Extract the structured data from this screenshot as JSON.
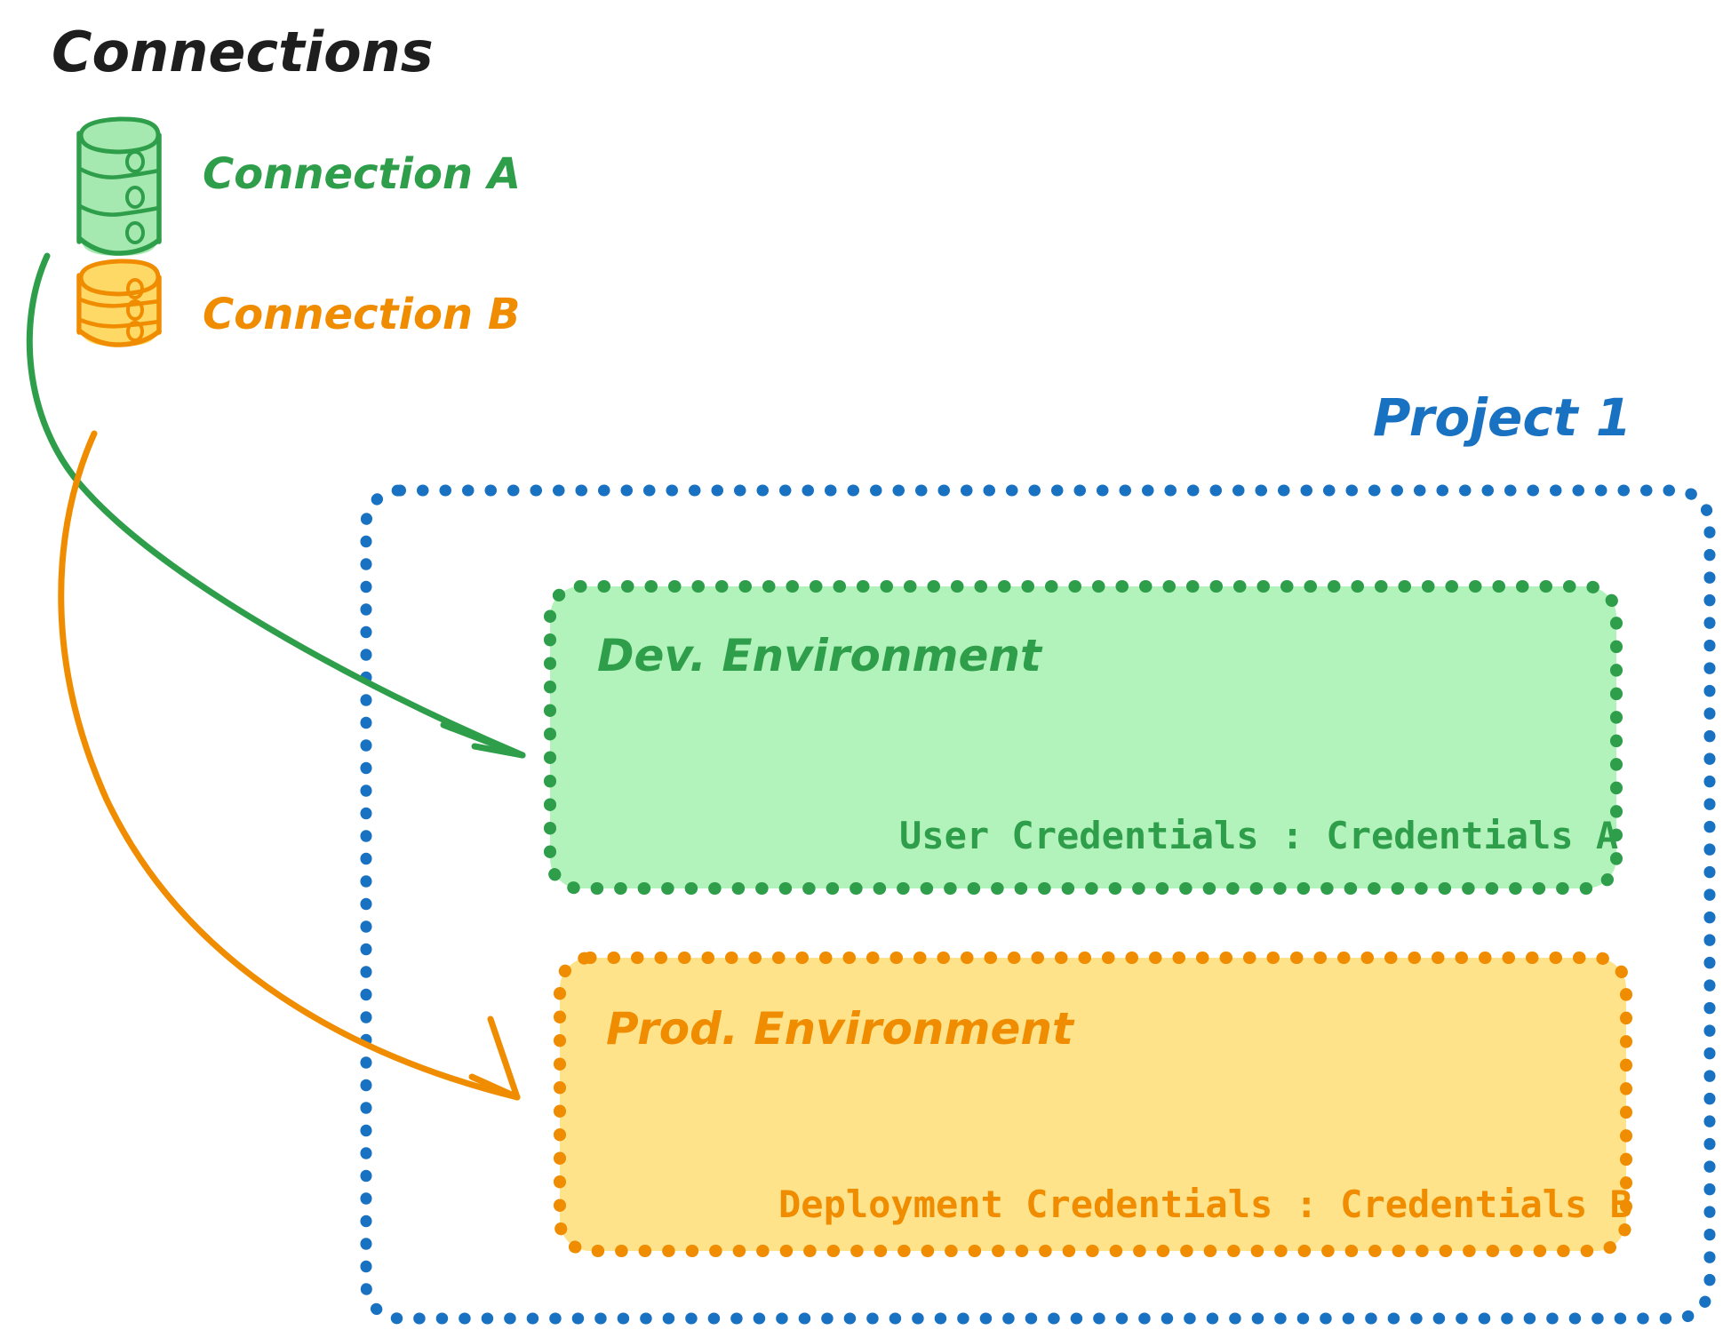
{
  "title": "Connections",
  "colors": {
    "title_text": "#1e1e1e",
    "green_stroke": "#2e9e4a",
    "green_fill": "#b2f2bb",
    "green_fill_strong": "#a5e8b0",
    "orange_stroke": "#f08c00",
    "orange_fill": "#ffe38a",
    "orange_fill_strong": "#ffd966",
    "blue_stroke": "#1971c2",
    "background": "#ffffff"
  },
  "connections": [
    {
      "id": "connection-a",
      "label": "Connection A",
      "icon": "database-cylinder-icon",
      "color": "#2e9e4a",
      "fill": "#a5e8b0"
    },
    {
      "id": "connection-b",
      "label": "Connection B",
      "icon": "database-cylinder-icon",
      "color": "#f08c00",
      "fill": "#ffd966"
    }
  ],
  "project": {
    "label": "Project 1",
    "color": "#1971c2",
    "environments": [
      {
        "id": "dev-environment",
        "title": "Dev. Environment",
        "credentials_key": "User Credentials",
        "credentials_separator": ":",
        "credentials_value": "Credentials A",
        "credentials_line": "User Credentials : Credentials A",
        "color": "#2e9e4a",
        "fill": "#b2f2bb"
      },
      {
        "id": "prod-environment",
        "title": "Prod. Environment",
        "credentials_key": "Deployment Credentials",
        "credentials_separator": ":",
        "credentials_value": "Credentials B",
        "credentials_line": "Deployment Credentials : Credentials B",
        "color": "#f08c00",
        "fill": "#ffe38a"
      }
    ]
  },
  "arrows": [
    {
      "id": "arrow-connection-a-to-dev",
      "from": "connection-a",
      "to": "dev-environment",
      "color": "#2e9e4a"
    },
    {
      "id": "arrow-connection-b-to-prod",
      "from": "connection-b",
      "to": "prod-environment",
      "color": "#f08c00"
    }
  ]
}
